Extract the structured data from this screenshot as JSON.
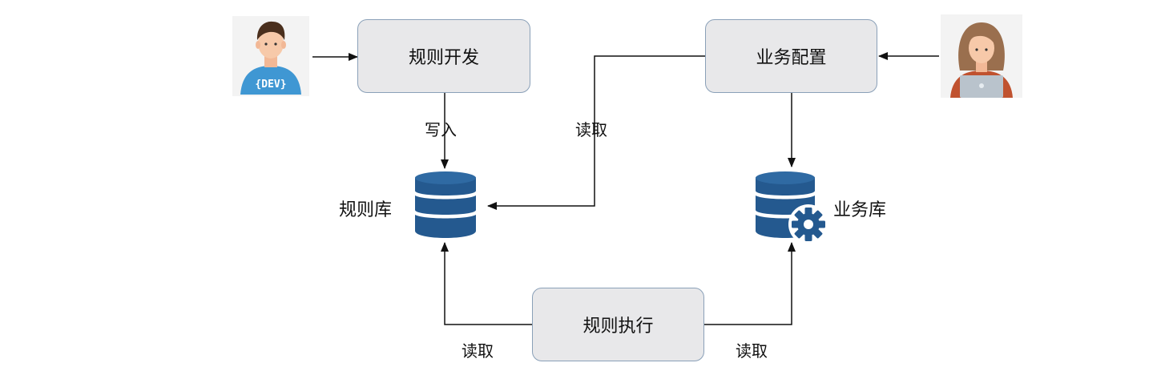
{
  "nodes": {
    "rule_dev": "规则开发",
    "biz_config": "业务配置",
    "rule_exec": "规则执行"
  },
  "databases": {
    "rule_db": "规则库",
    "biz_db": "业务库"
  },
  "edge_labels": {
    "write": "写入",
    "read_rule_db_from_config": "读取",
    "read_rule_db_from_exec": "读取",
    "read_biz_db_from_exec": "读取"
  },
  "icons": {
    "developer": "developer-avatar-icon",
    "developer_badge": "{DEV}",
    "business_user": "business-user-avatar-icon",
    "rule_db": "database-icon",
    "biz_db": "database-gear-icon"
  },
  "colors": {
    "node_fill": "#e8e8ea",
    "node_border": "#8aa0b8",
    "database": "#24598f",
    "arrow": "#111111"
  }
}
